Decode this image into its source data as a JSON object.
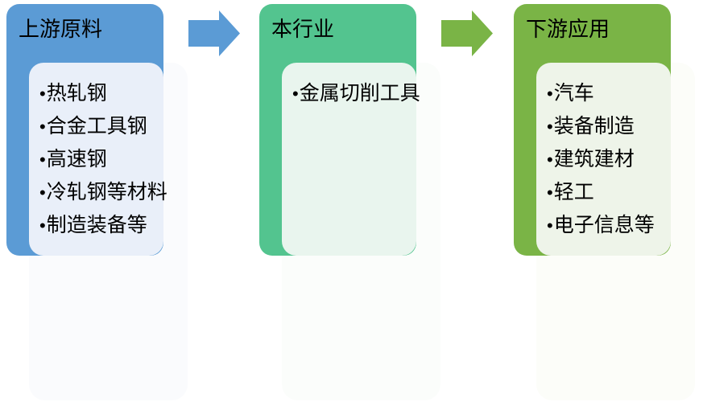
{
  "diagram": {
    "background": "#FFFFFF",
    "bullet": "•",
    "columns": [
      {
        "title": "上游原料",
        "items": [
          "热轧钢",
          "合金工具钢",
          "高速钢",
          "冷轧钢等材料",
          "制造装备等"
        ],
        "colors": {
          "header": "#5B9BD5",
          "content": "#E9EFF9",
          "backdrop": "#FAFBFD"
        }
      },
      {
        "title": "本行业",
        "items": [
          "金属切削工具"
        ],
        "colors": {
          "header": "#53C48F",
          "content": "#E9F5EE",
          "backdrop": "#FBFDFB"
        }
      },
      {
        "title": "下游应用",
        "items": [
          "汽车",
          "装备制造",
          "建筑建材",
          "轻工",
          "电子信息等"
        ],
        "colors": {
          "header": "#7AB446",
          "content": "#EEF4E9",
          "backdrop": "#FCFDF9"
        }
      }
    ],
    "arrows": [
      {
        "color": "#5B9BD5"
      },
      {
        "color": "#7AB446"
      }
    ]
  }
}
